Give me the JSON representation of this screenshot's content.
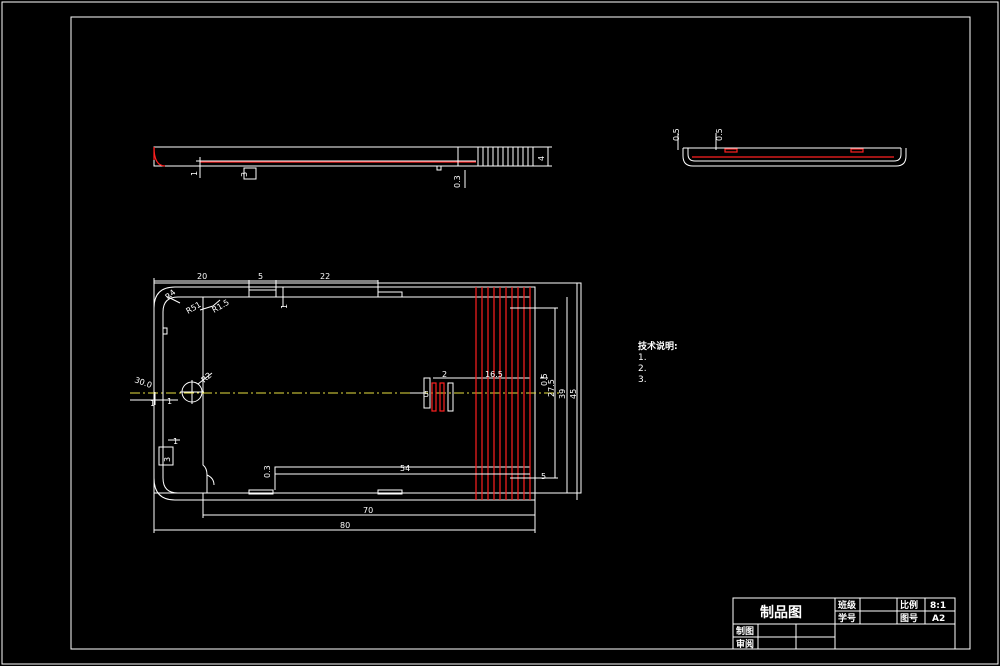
{
  "drawing": {
    "notes": {
      "heading": "技术说明:",
      "items": [
        "1.",
        "2.",
        "3."
      ]
    },
    "dimensions": {
      "side_view": [
        "1",
        "3",
        "0.3",
        "4"
      ],
      "end_view": [
        "0.5",
        "0.5"
      ],
      "plan_view": {
        "top_20": "20",
        "top_5": "5",
        "top_22": "22",
        "r4": "R4",
        "r51": "R51",
        "r1_5": "R1.5",
        "r2": "R2",
        "left_30": "30.0",
        "left_1": "1",
        "left_1b": "1",
        "left_3": "3",
        "top_1": "1",
        "mid_2": "2",
        "mid_16_5": "16.5",
        "mid_5": "5",
        "right_0_5": "0.5",
        "right_27_5": "27.5",
        "right_39": "39",
        "right_45": "45",
        "right_5": "5",
        "bot_0_3": "0.3",
        "bot_54": "54",
        "bot_70": "70",
        "bot_80": "80"
      }
    },
    "title_block": {
      "title": "制品图",
      "class_label": "班级",
      "student_label": "学号",
      "scale_label": "比例",
      "scale_value": "8:1",
      "drawing_no_label": "图号",
      "drawing_no_value": "A2",
      "drafter_label": "制图",
      "reviewer_label": "审阅"
    }
  },
  "colors": {
    "background": "#000000",
    "lines": "#ffffff",
    "contour": "#ff2020",
    "centerline": "#e8e040"
  }
}
